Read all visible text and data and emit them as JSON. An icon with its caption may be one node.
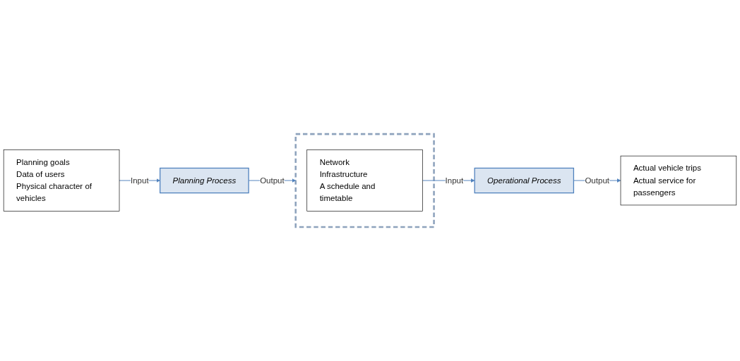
{
  "diagram": {
    "nodes": [
      {
        "text": [
          "Planning goals",
          "Data of users",
          "Physical character of vehicles"
        ]
      },
      {
        "text": [
          "Planning Process"
        ]
      },
      {
        "text": [],
        "shape": "box"
      },
      {
        "text": [
          "Network",
          "Infrastructure",
          "A schedule and timetable"
        ],
        "in": 2
      },
      {
        "text": [
          "Actual vehicle trips",
          "Actual service for passengers"
        ]
      },
      {
        "text": [
          "Operational Process"
        ]
      }
    ],
    "edges": [
      {
        "from": 0,
        "to": 1,
        "arrow": "to",
        "label": "Input"
      },
      {
        "from": 1,
        "to": 2,
        "arrow": "to",
        "label": "Output"
      },
      {
        "from": 3,
        "to": 5,
        "arrow": "to",
        "label": "Input"
      },
      {
        "from": 5,
        "to": 4,
        "arrow": "to",
        "label": "Output"
      }
    ]
  }
}
